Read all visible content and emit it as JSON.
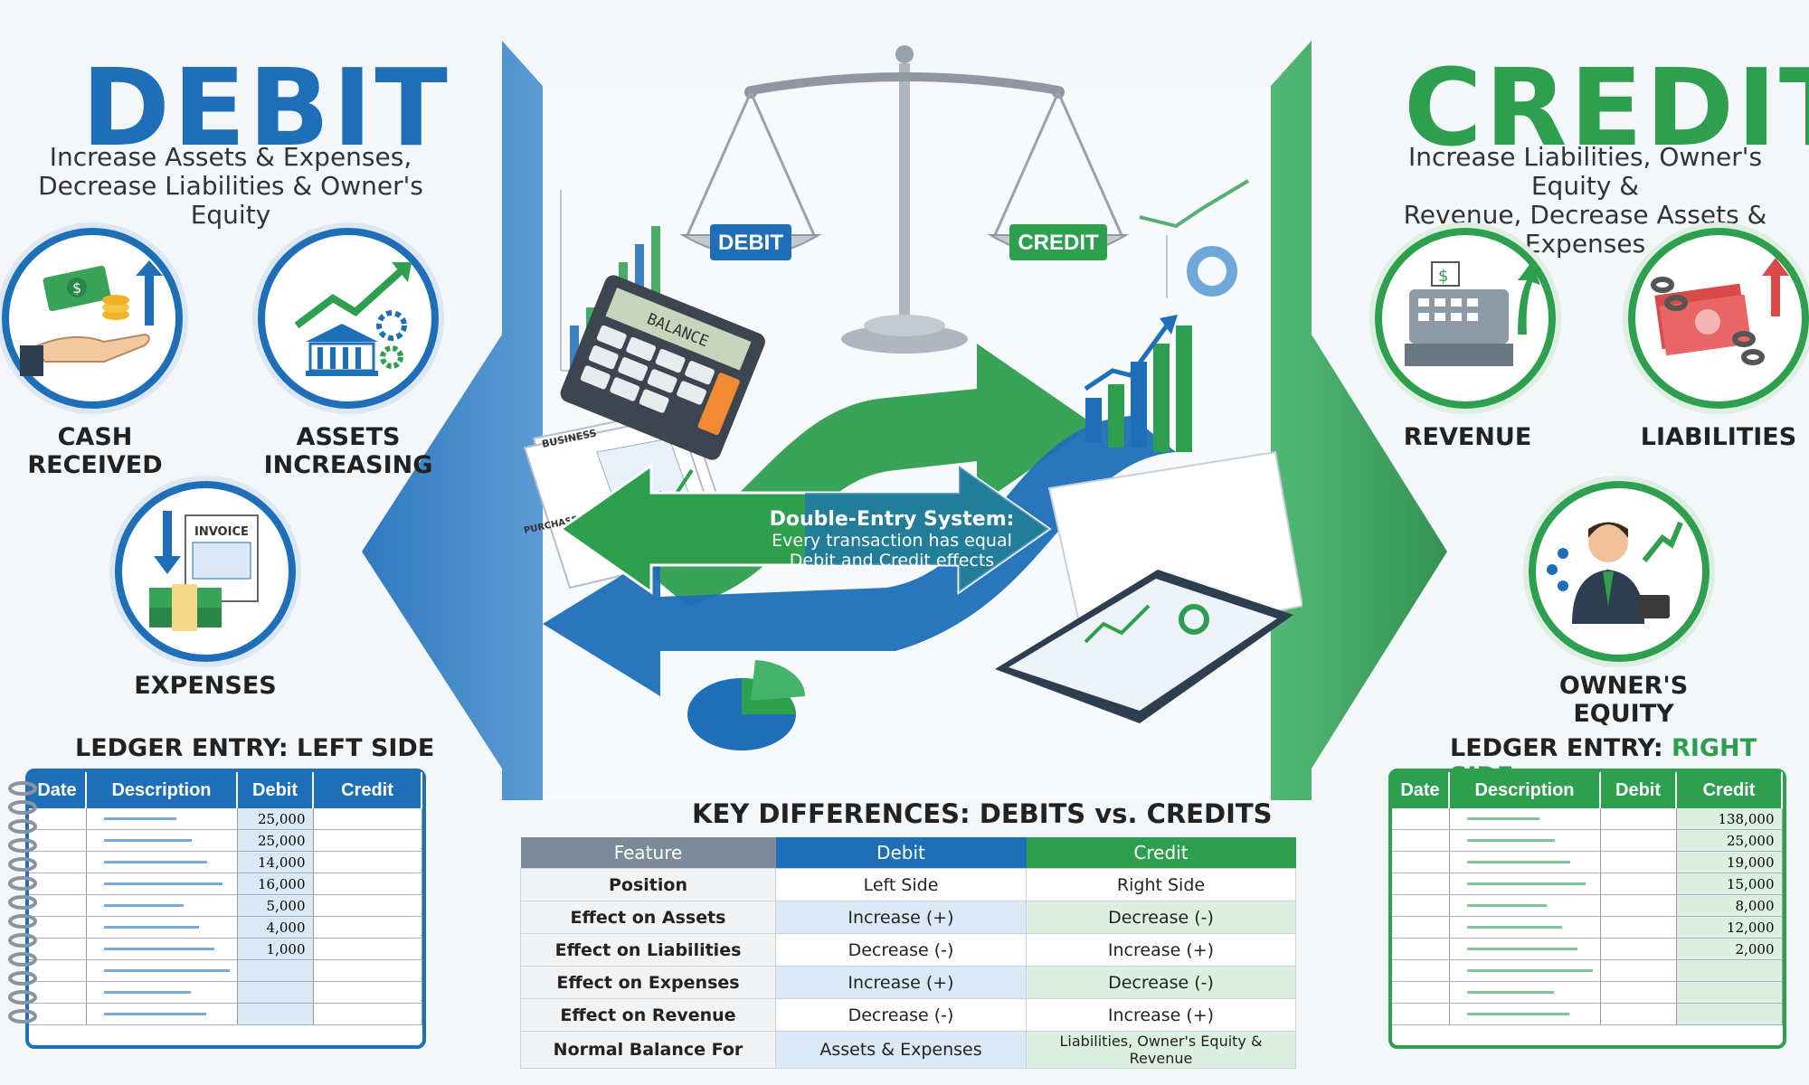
{
  "debit": {
    "title": "DEBIT",
    "subtitle_line1": "Increase Assets & Expenses,",
    "subtitle_line2": "Decrease Liabilities & Owner's Equity",
    "items": [
      {
        "label": "CASH RECEIVED"
      },
      {
        "label_line1": "ASSETS",
        "label_line2": "INCREASING"
      },
      {
        "label": "EXPENSES"
      }
    ],
    "ledger_title": "LEDGER ENTRY: LEFT SIDE",
    "ledger_columns": [
      "Date",
      "Description",
      "Debit",
      "Credit"
    ],
    "ledger_values": [
      "25,000",
      "25,000",
      "14,000",
      "16,000",
      "5,000",
      "4,000",
      "1,000"
    ],
    "invoice_label": "INVOICE"
  },
  "credit": {
    "title": "CREDIT",
    "subtitle_line1": "Increase Liabilities, Owner's Equity &",
    "subtitle_line2": "Revenue, Decrease Assets & Expenses",
    "items": [
      {
        "label": "REVENUE"
      },
      {
        "label": "LIABILITIES"
      },
      {
        "label": "OWNER'S EQUITY"
      }
    ],
    "ledger_title_prefix": "LEDGER ENTRY: ",
    "ledger_title_accent": "RIGHT SIDE",
    "ledger_columns": [
      "Date",
      "Description",
      "Debit",
      "Credit"
    ],
    "ledger_values": [
      "138,000",
      "25,000",
      "19,000",
      "15,000",
      "8,000",
      "12,000",
      "2,000"
    ]
  },
  "center": {
    "scale_left": "DEBIT",
    "scale_right": "CREDIT",
    "calculator_display": "BALANCE",
    "paper_label1": "BUSINESS",
    "paper_label2": "PURCHASE ORDER",
    "arrow_title": "Double-Entry System:",
    "arrow_line1": "Every transaction has equal",
    "arrow_line2": "Debit and Credit effects"
  },
  "key_differences": {
    "title": "KEY DIFFERENCES: DEBITS vs. CREDITS",
    "headers": [
      "Feature",
      "Debit",
      "Credit"
    ],
    "rows": [
      [
        "Position",
        "Left Side",
        "Right Side"
      ],
      [
        "Effect on Assets",
        "Increase (+)",
        "Decrease (-)"
      ],
      [
        "Effect on Liabilities",
        "Decrease (-)",
        "Increase (+)"
      ],
      [
        "Effect on Expenses",
        "Increase (+)",
        "Decrease (-)"
      ],
      [
        "Effect on Revenue",
        "Decrease (-)",
        "Increase (+)"
      ],
      [
        "Normal Balance For",
        "Assets & Expenses",
        "Liabilities, Owner's Equity & Revenue"
      ]
    ]
  },
  "colors": {
    "debit_blue": "#1e6fb8",
    "credit_green": "#2e9e4f"
  }
}
